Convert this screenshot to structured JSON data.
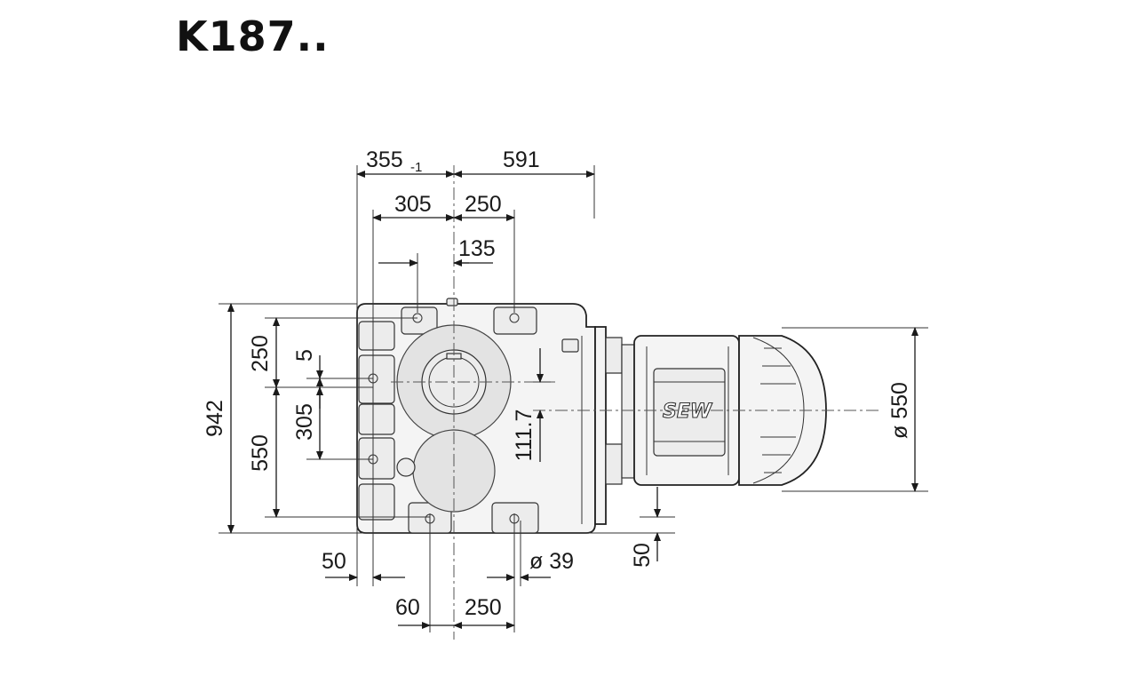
{
  "title": "K187..",
  "brand": "SEW",
  "dimensions": {
    "top_355": "355",
    "top_355_tol": "-1",
    "top_591": "591",
    "top_305": "305",
    "top_250": "250",
    "top_135": "135",
    "left_942": "942",
    "left_250": "250",
    "left_5": "5",
    "left_550": "550",
    "left_305": "305",
    "mid_111_7": "111.7",
    "right_dia_550": "ø 550",
    "bottom_50": "50",
    "bottom_dia_39": "ø 39",
    "bottom_right_50": "50",
    "bottom_60": "60",
    "bottom_250": "250"
  }
}
